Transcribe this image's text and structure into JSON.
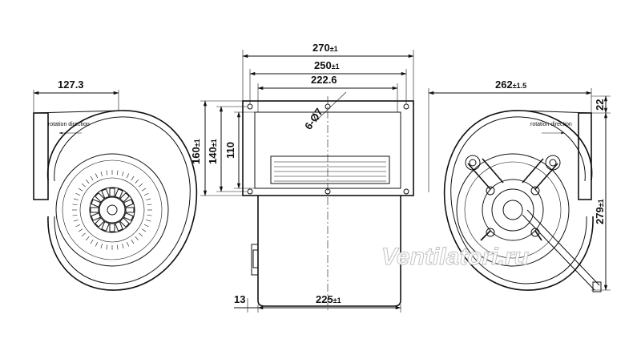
{
  "dimensions": {
    "left_width": "127.3",
    "left_rotation_note": "rotation direction",
    "front_total_width": "270",
    "front_total_tol": "±1",
    "front_mount_width": "250",
    "front_mount_tol": "±1",
    "front_inner_width": "222.6",
    "hole_spec": "6-Ø7",
    "front_height_outer": "160",
    "front_height_outer_tol": "±1",
    "front_height_mid": "140",
    "front_height_mid_tol": "±1",
    "front_height_inner": "110",
    "bottom_offset": "13",
    "bottom_width": "225",
    "bottom_width_tol": "±1",
    "right_width": "262",
    "right_width_tol": "±1.5",
    "right_flange": "22",
    "right_height": "279",
    "right_height_tol": "±1",
    "right_rotation_note": "rotation direction"
  },
  "watermark": "Ventilatori.ru"
}
